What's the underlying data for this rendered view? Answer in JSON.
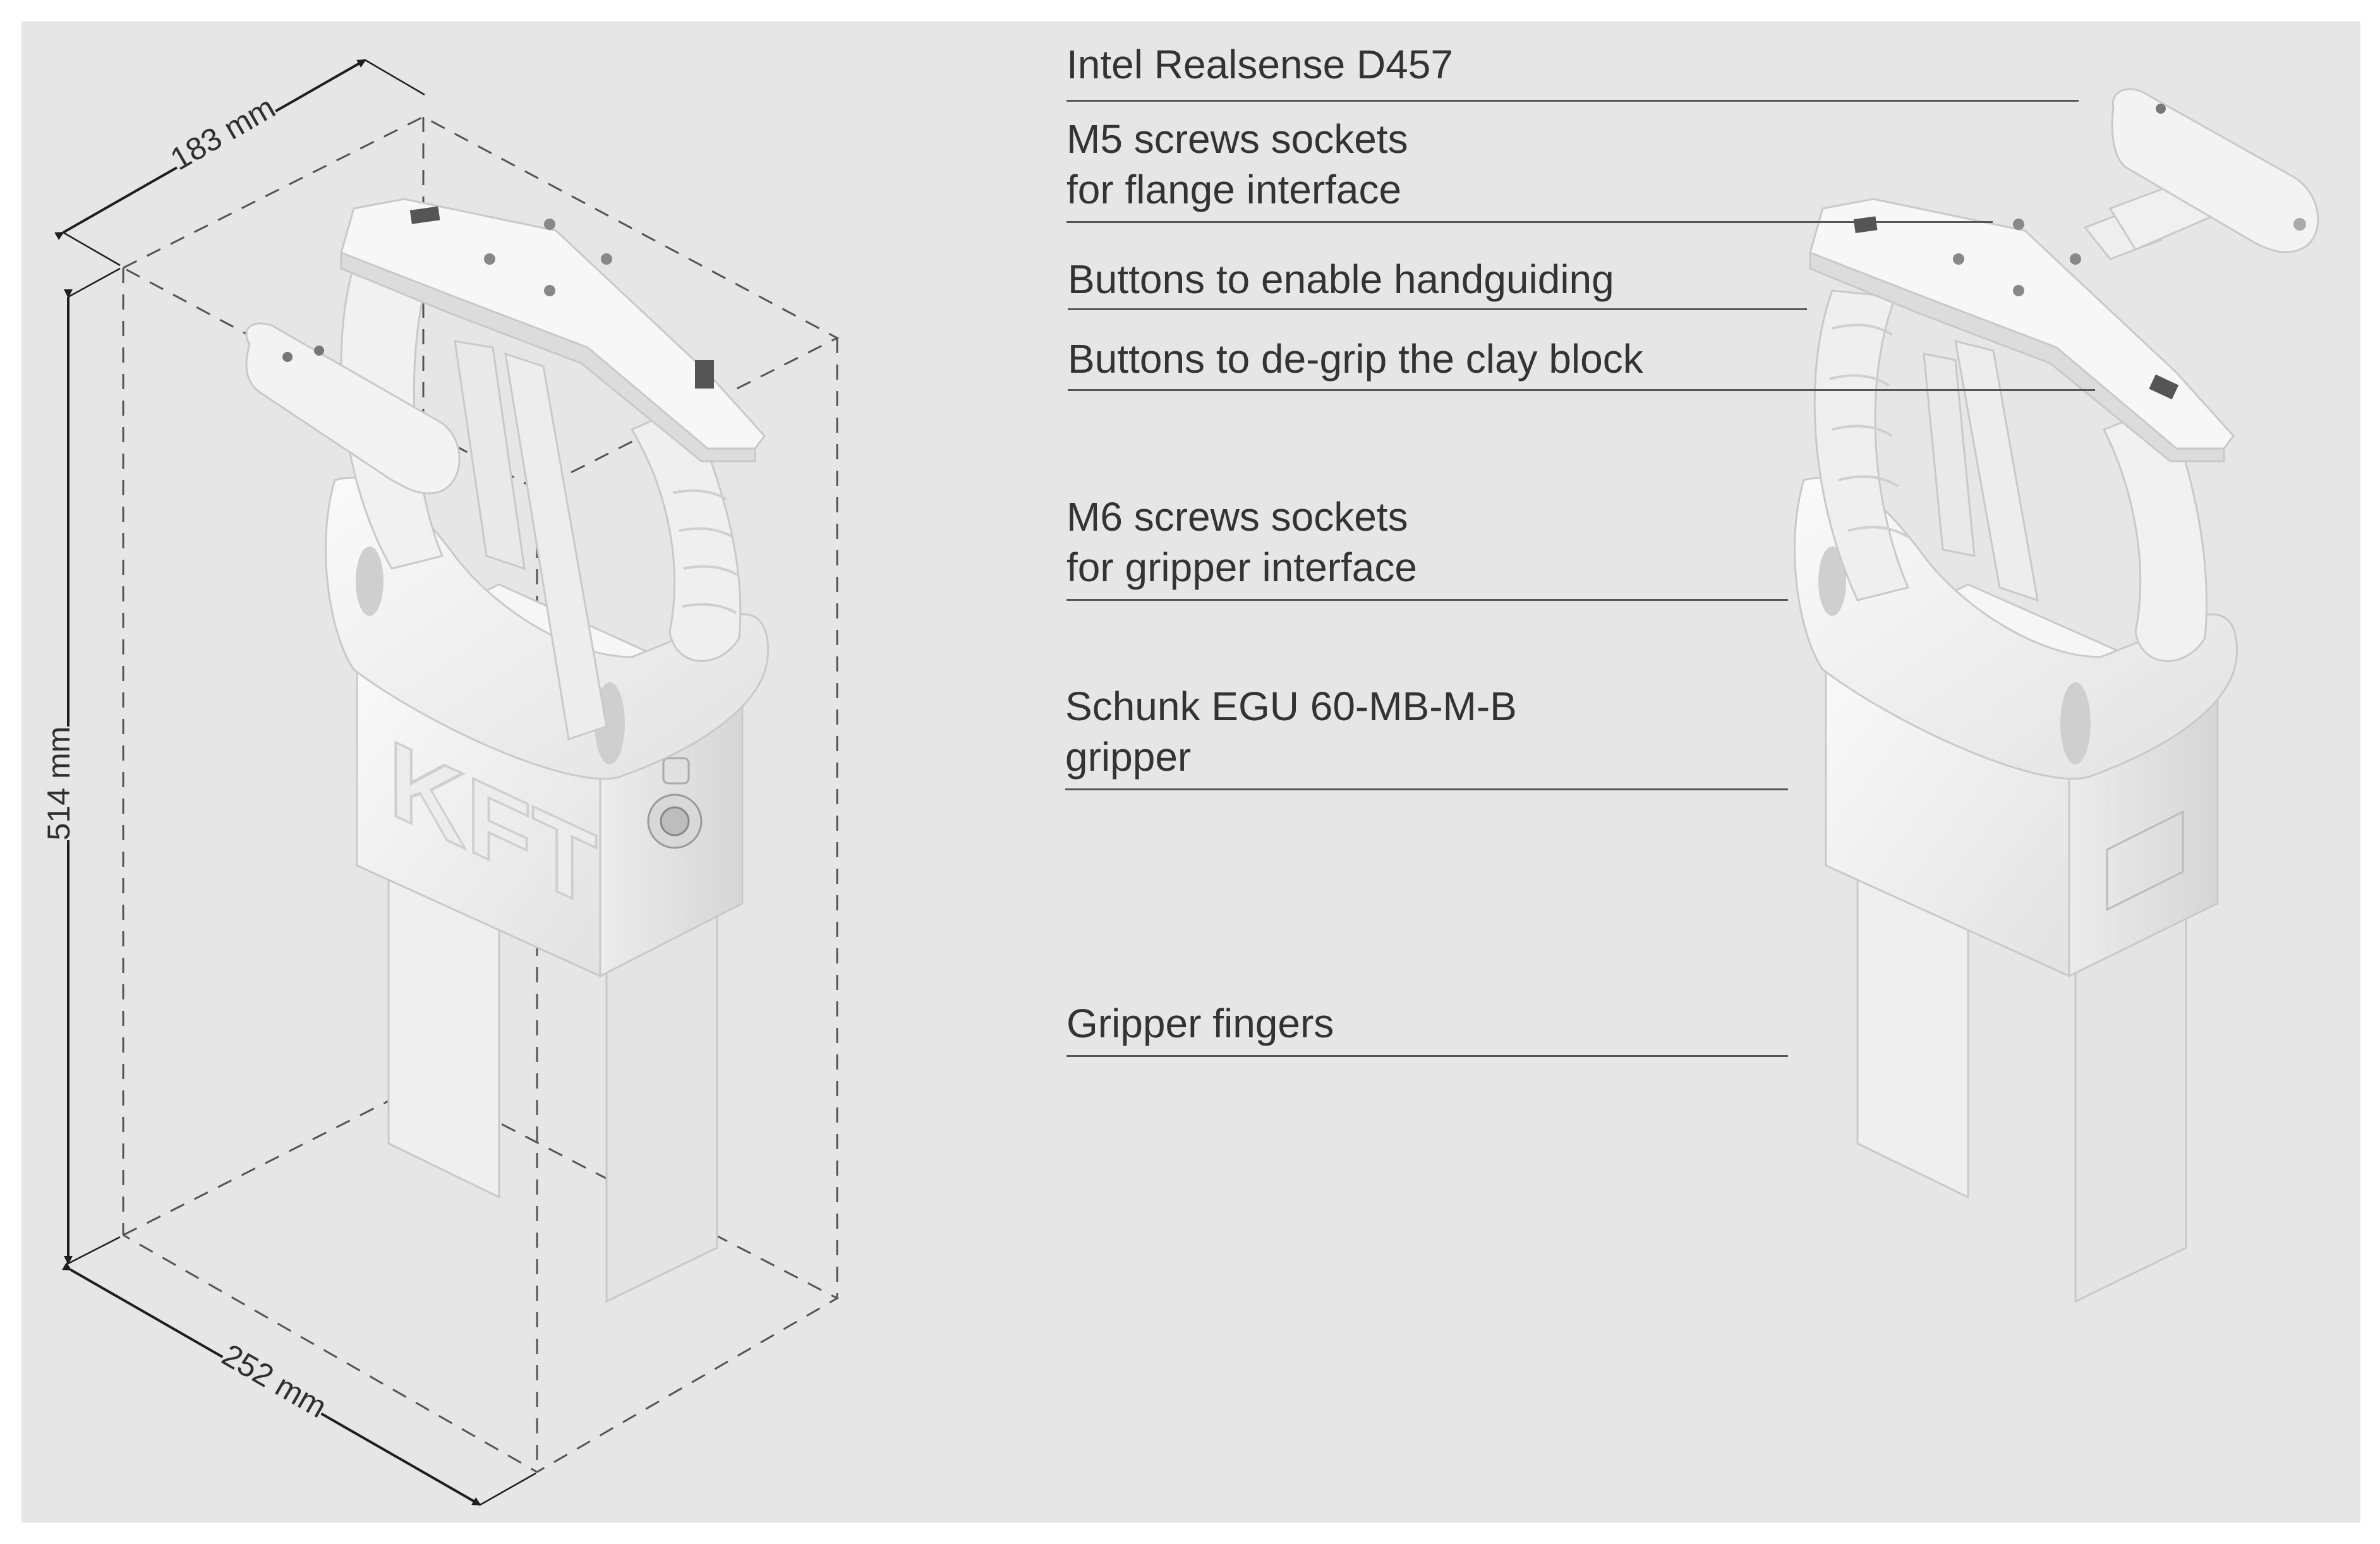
{
  "dimensions": {
    "depth": "183 mm",
    "height": "514 mm",
    "width": "252 mm"
  },
  "callouts": [
    {
      "line1": "Intel Realsense D457",
      "line2": ""
    },
    {
      "line1": "M5 screws sockets",
      "line2": "for flange interface"
    },
    {
      "line1": "Buttons to enable handguiding",
      "line2": ""
    },
    {
      "line1": "Buttons to de-grip the clay block",
      "line2": ""
    },
    {
      "line1": "M6 screws sockets",
      "line2": "for gripper interface"
    },
    {
      "line1": "Schunk  EGU 60-MB-M-B",
      "line2": "gripper"
    },
    {
      "line1": "Gripper fingers",
      "line2": ""
    }
  ],
  "logo_text": "KFT",
  "colors": {
    "background": "#e6e6e6",
    "model_body": "#f3f3f3",
    "model_shade": "#d9d9d9",
    "text": "#333333",
    "lines": "#555555"
  }
}
